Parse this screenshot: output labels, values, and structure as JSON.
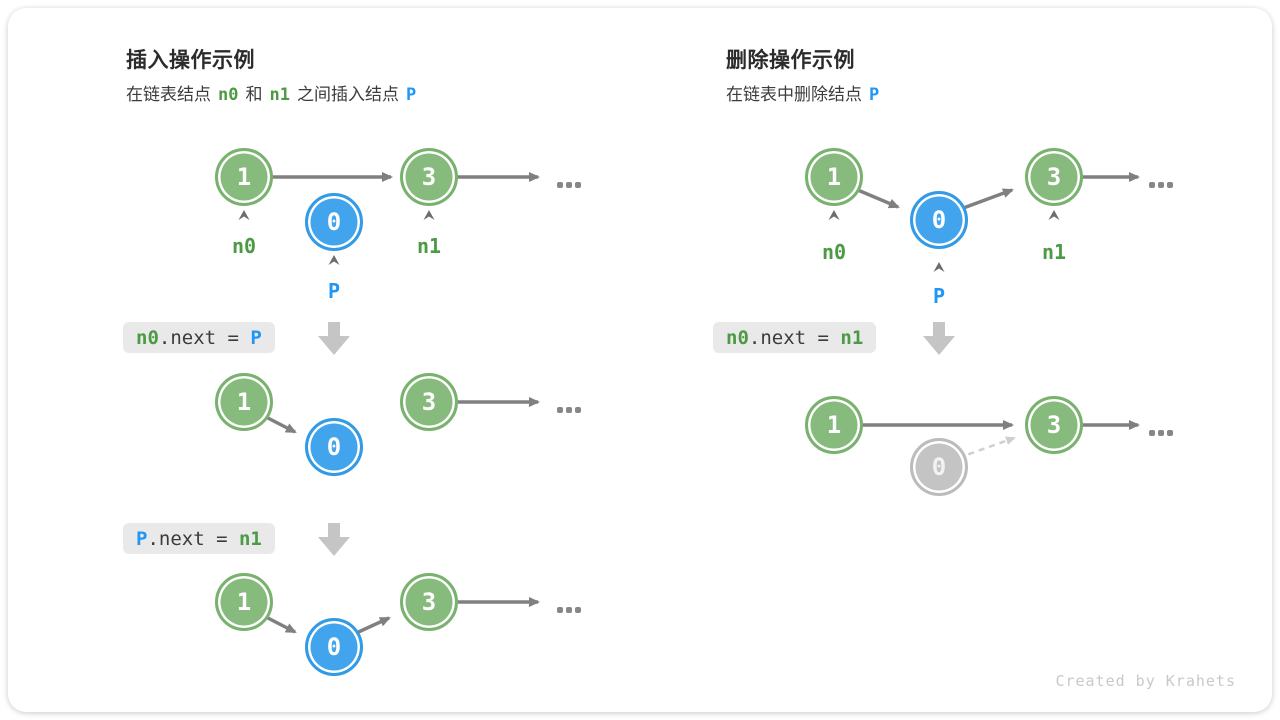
{
  "left": {
    "title": "插入操作示例",
    "subtitle": {
      "part1": "在链表结点",
      "n0": "n0",
      "and": "和",
      "n1": "n1",
      "part2": "之间插入结点",
      "p": "P"
    },
    "code1": {
      "id1": "n0",
      "mid": ".next = ",
      "id2": "P"
    },
    "code2": {
      "id1": "P",
      "mid": ".next = ",
      "id2": "n1"
    },
    "labels": {
      "n0": "n0",
      "n1": "n1",
      "p": "P"
    }
  },
  "right": {
    "title": "删除操作示例",
    "subtitle": {
      "part1": "在链表中删除结点",
      "p": "P"
    },
    "code1": {
      "id1": "n0",
      "mid": ".next = ",
      "id2": "n1"
    },
    "labels": {
      "n0": "n0",
      "n1": "n1",
      "p": "P"
    }
  },
  "nodes": {
    "v1": "1",
    "v3": "3",
    "v0": "0"
  },
  "watermark": "Created by Krahets",
  "colors": {
    "node_green": "#87bb7d",
    "node_blue": "#41a4ec",
    "node_gray": "#c4c4c4",
    "label_green": "#4c9a44",
    "label_blue": "#2196f3",
    "arrow_gray": "#808080",
    "block_arrow": "#c5c5c5",
    "code_bg": "#e9e9e9"
  }
}
